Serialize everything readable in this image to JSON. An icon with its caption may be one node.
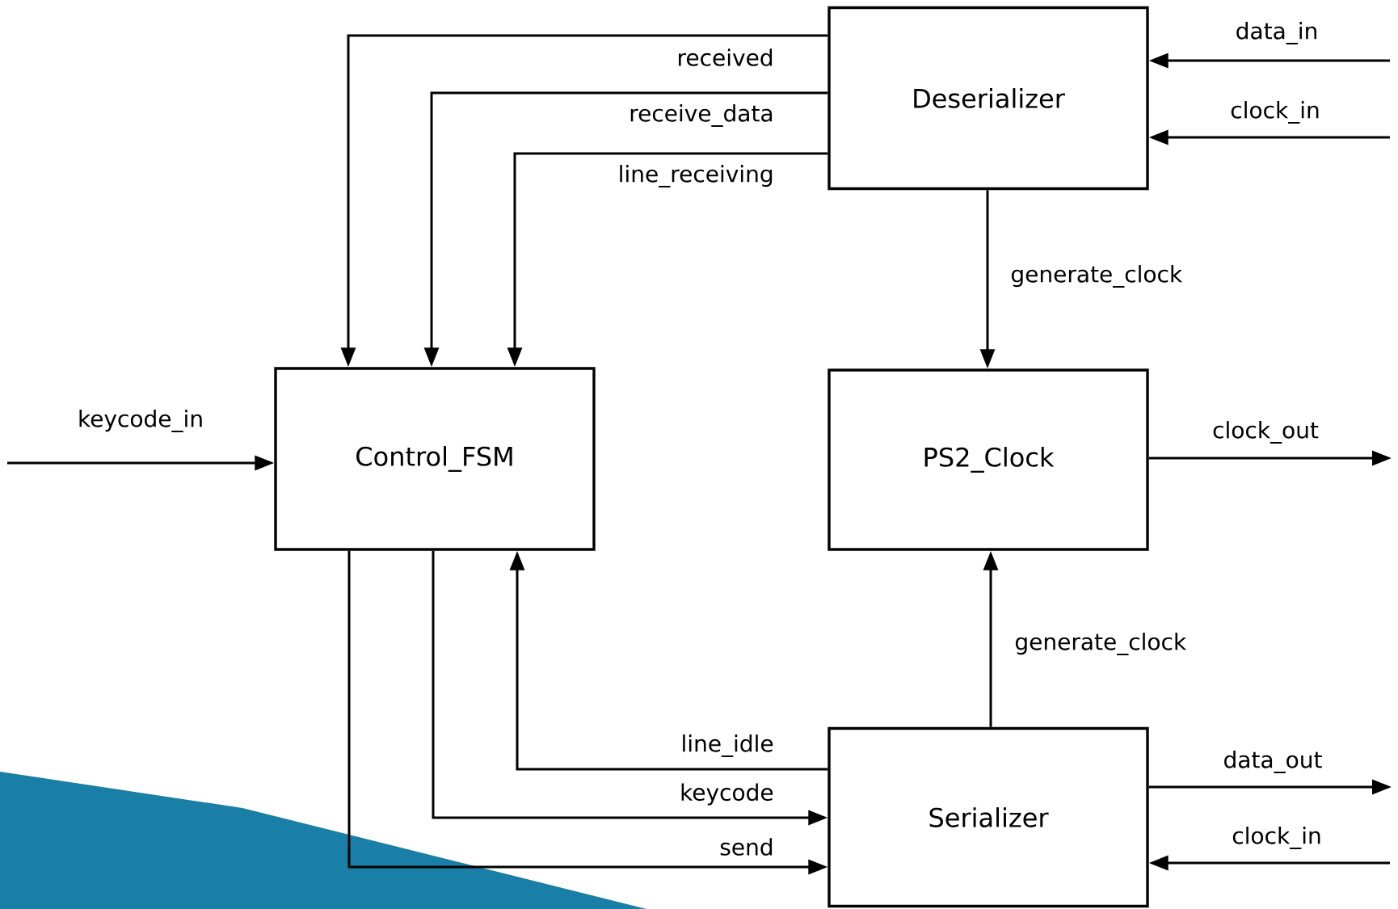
{
  "diagram": {
    "nodes": [
      {
        "text": [
          "Deserializer"
        ]
      },
      {
        "text": [
          "Control_FSM"
        ]
      },
      {
        "text": [
          "PS2_Clock"
        ]
      },
      {
        "text": [
          "Serializer"
        ]
      }
    ],
    "edges": [
      {
        "from": 0,
        "to": 1,
        "arrow": "to",
        "label": "received"
      },
      {
        "from": 0,
        "to": 1,
        "arrow": "to",
        "label": "receive_data"
      },
      {
        "from": 0,
        "to": 1,
        "arrow": "to",
        "label": "line_receiving"
      },
      {
        "from": 0,
        "to": 2,
        "arrow": "to",
        "label": "generate_clock"
      },
      {
        "from": null,
        "to": 0,
        "arrow": "to",
        "label": "data_in"
      },
      {
        "from": null,
        "to": 0,
        "arrow": "to",
        "label": "clock_in"
      },
      {
        "from": null,
        "to": 1,
        "arrow": "to",
        "label": "keycode_in"
      },
      {
        "from": 2,
        "to": null,
        "arrow": "to",
        "label": "clock_out"
      },
      {
        "from": 3,
        "to": 2,
        "arrow": "to",
        "label": "generate_clock"
      },
      {
        "from": 3,
        "to": 1,
        "arrow": "to",
        "label": "line_idle"
      },
      {
        "from": 1,
        "to": 3,
        "arrow": "to",
        "label": "keycode"
      },
      {
        "from": 1,
        "to": 3,
        "arrow": "to",
        "label": "send"
      },
      {
        "from": 3,
        "to": null,
        "arrow": "to",
        "label": "data_out"
      },
      {
        "from": null,
        "to": 3,
        "arrow": "to",
        "label": "clock_in"
      }
    ]
  }
}
